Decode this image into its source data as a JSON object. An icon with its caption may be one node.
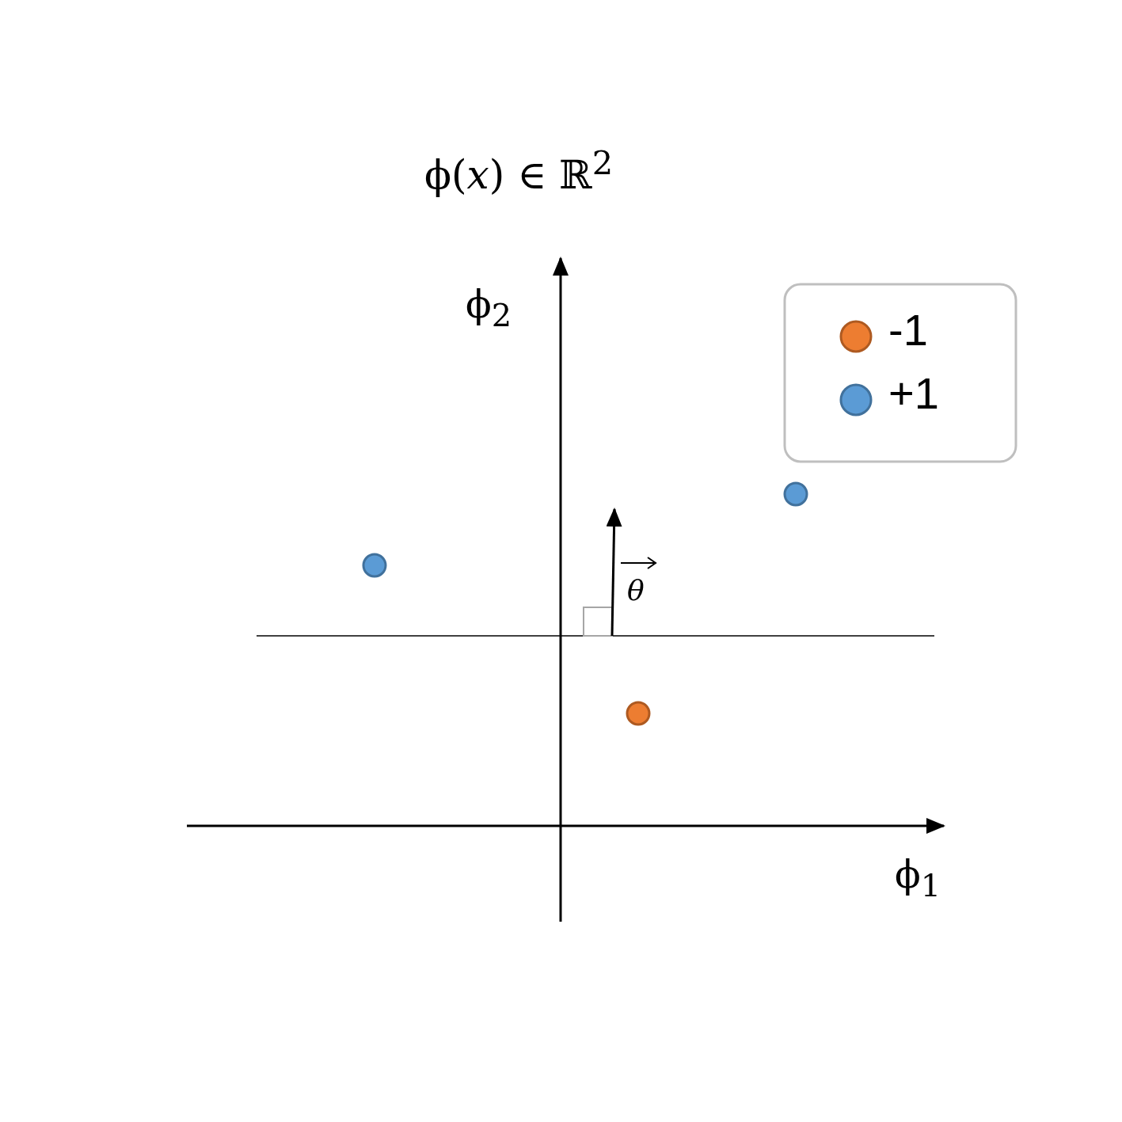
{
  "diagram": {
    "title": "ϕ(*x*) ∈ ℝ$^{2}$",
    "labels": [
      "ϕ$_{2}$",
      "ϕ$_{1}$",
      "*θ*"
    ],
    "legend": [
      {
        "text": "-1",
        "color": "#ed7d31"
      },
      {
        "text": "+1",
        "color": "#5b9bd5"
      }
    ]
  }
}
